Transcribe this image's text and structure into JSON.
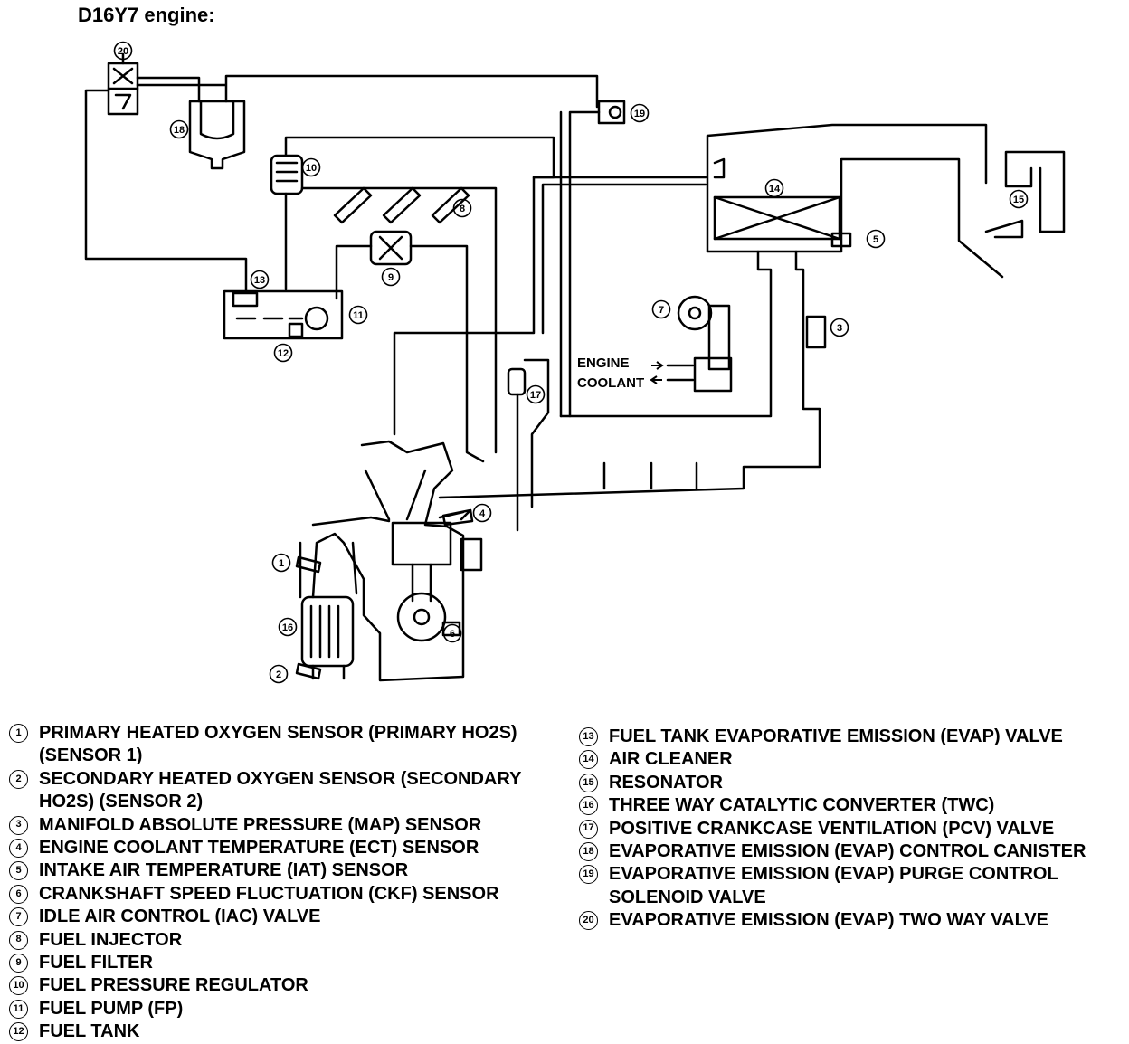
{
  "title": "D16Y7 engine:",
  "labels": {
    "engine_coolant_line1": "ENGINE",
    "engine_coolant_line2": "COOLANT"
  },
  "callouts": [
    "1",
    "2",
    "3",
    "4",
    "5",
    "6",
    "7",
    "8",
    "9",
    "10",
    "11",
    "12",
    "13",
    "14",
    "15",
    "16",
    "17",
    "18",
    "19",
    "20"
  ],
  "legend_left": [
    {
      "num": "1",
      "text": "PRIMARY HEATED OXYGEN SENSOR (PRIMARY HO2S)\n(SENSOR 1)"
    },
    {
      "num": "2",
      "text": "SECONDARY HEATED OXYGEN SENSOR (SECONDARY\nHO2S) (SENSOR 2)"
    },
    {
      "num": "3",
      "text": "MANIFOLD ABSOLUTE PRESSURE (MAP) SENSOR"
    },
    {
      "num": "4",
      "text": "ENGINE COOLANT TEMPERATURE (ECT) SENSOR"
    },
    {
      "num": "5",
      "text": "INTAKE AIR TEMPERATURE (IAT) SENSOR"
    },
    {
      "num": "6",
      "text": "CRANKSHAFT SPEED FLUCTUATION (CKF) SENSOR"
    },
    {
      "num": "7",
      "text": "IDLE AIR CONTROL (IAC) VALVE"
    },
    {
      "num": "8",
      "text": "FUEL INJECTOR"
    },
    {
      "num": "9",
      "text": "FUEL FILTER"
    },
    {
      "num": "10",
      "text": "FUEL PRESSURE REGULATOR"
    },
    {
      "num": "11",
      "text": "FUEL PUMP (FP)"
    },
    {
      "num": "12",
      "text": "FUEL TANK"
    }
  ],
  "legend_right": [
    {
      "num": "13",
      "text": "FUEL TANK EVAPORATIVE EMISSION (EVAP) VALVE"
    },
    {
      "num": "14",
      "text": "AIR CLEANER"
    },
    {
      "num": "15",
      "text": "RESONATOR"
    },
    {
      "num": "16",
      "text": "THREE WAY CATALYTIC CONVERTER (TWC)"
    },
    {
      "num": "17",
      "text": "POSITIVE CRANKCASE VENTILATION (PCV) VALVE"
    },
    {
      "num": "18",
      "text": "EVAPORATIVE EMISSION (EVAP) CONTROL CANISTER"
    },
    {
      "num": "19",
      "text": "EVAPORATIVE EMISSION (EVAP) PURGE CONTROL\nSOLENOID VALVE"
    },
    {
      "num": "20",
      "text": "EVAPORATIVE EMISSION (EVAP) TWO WAY VALVE"
    }
  ]
}
